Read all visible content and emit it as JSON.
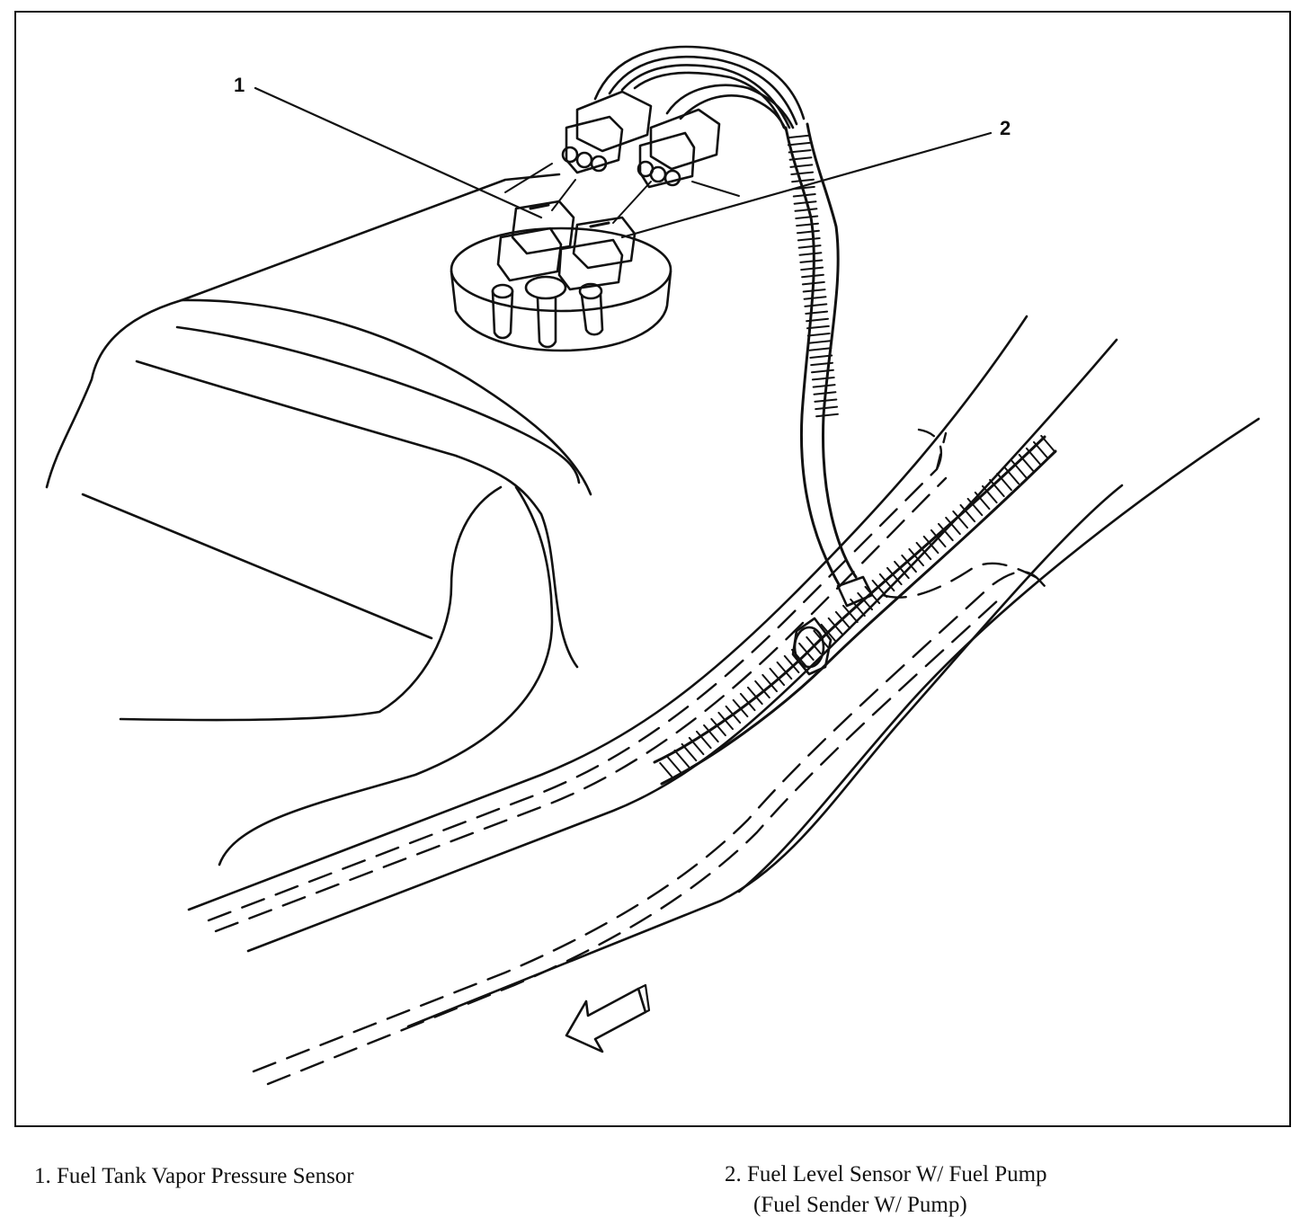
{
  "diagram": {
    "callouts": [
      {
        "number": "1",
        "label": "Fuel Tank Vapor Pressure Sensor"
      },
      {
        "number": "2",
        "label": "Fuel Level Sensor W/ Fuel Pump",
        "sublabel": "(Fuel Sender W/ Pump)"
      }
    ],
    "legend": {
      "item1": "1. Fuel Tank Vapor Pressure Sensor",
      "item2": "2. Fuel Level Sensor W/ Fuel Pump",
      "item2_sub": "(Fuel Sender W/ Pump)"
    },
    "line_color": "#111111",
    "background": "#ffffff"
  }
}
